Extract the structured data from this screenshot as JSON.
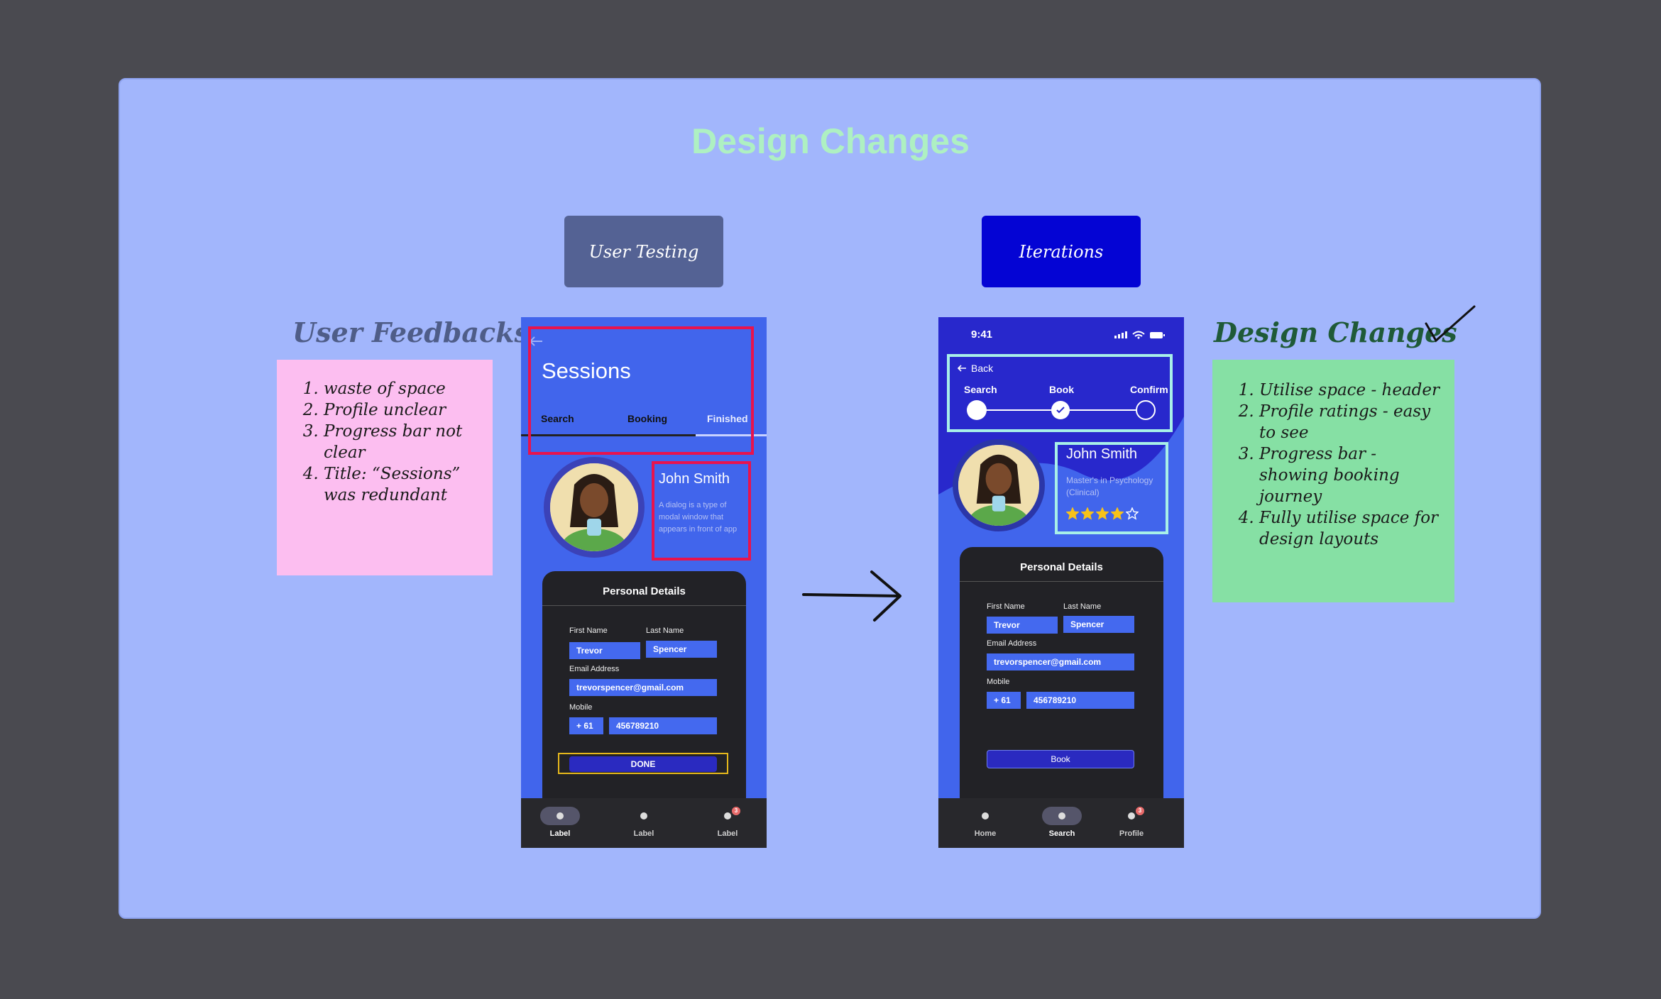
{
  "title": "Design Changes",
  "tags": {
    "user_testing": "User Testing",
    "iterations": "Iterations"
  },
  "feedback": {
    "heading": "User Feedbacks",
    "items": [
      "waste of space",
      "Profile unclear",
      "Progress bar not clear",
      "Title: “Sessions” was redundant"
    ]
  },
  "changes": {
    "heading": "Design Changes",
    "items": [
      "Utilise space - header",
      "Profile ratings - easy to see",
      "Progress bar - showing booking journey",
      "Fully utilise space for design layouts"
    ]
  },
  "old_screen": {
    "title": "Sessions",
    "tabs": [
      "Search",
      "Booking",
      "Finished"
    ],
    "profile_name": "John Smith",
    "profile_desc": "A dialog is a type of modal window that appears in front of app",
    "card_title": "Personal Details",
    "first_name_label": "First Name",
    "last_name_label": "Last Name",
    "first_name": "Trevor",
    "last_name": "Spencer",
    "email_label": "Email Address",
    "email": "trevorspencer@gmail.com",
    "mobile_label": "Mobile",
    "country_code": "+ 61",
    "mobile": "456789210",
    "button": "DONE",
    "nav": [
      "Label",
      "Label",
      "Label"
    ],
    "badge": "3"
  },
  "new_screen": {
    "time": "9:41",
    "back": "Back",
    "steps": [
      "Search",
      "Book",
      "Confirm"
    ],
    "profile_name": "John Smith",
    "profile_desc": "Master's in Psychology (Clinical)",
    "rating": 4,
    "rating_max": 5,
    "card_title": "Personal Details",
    "first_name_label": "First Name",
    "last_name_label": "Last Name",
    "first_name": "Trevor",
    "last_name": "Spencer",
    "email_label": "Email Address",
    "email": "trevorspencer@gmail.com",
    "mobile_label": "Mobile",
    "country_code": "+ 61",
    "mobile": "456789210",
    "button": "Book",
    "nav": [
      "Home",
      "Search",
      "Profile"
    ],
    "badge": "3"
  },
  "colors": {
    "board": "#a2b6fc",
    "phone": "#4165ec",
    "highlight_red": "#e8134d",
    "highlight_cyan": "#a8f0e8",
    "pink_note": "#fcbef0",
    "green_note": "#86e0a4"
  }
}
